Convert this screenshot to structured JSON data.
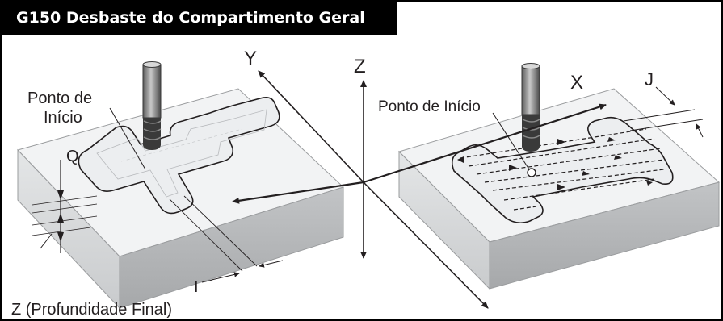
{
  "title": "G150 Desbaste do Compartimento Geral",
  "labels": {
    "start_point_left_line1": "Ponto de",
    "start_point_left_line2": "Início",
    "start_point_right": "Ponto de Início",
    "q": "Q",
    "z_final": "Z (Profundidade Final)",
    "i": "I",
    "j": "J",
    "axis_x": "X",
    "axis_y": "Y",
    "axis_z": "Z"
  },
  "colors": {
    "frame": "#000000",
    "block_top": "#f2f3f4",
    "block_side_light": "#dcdedf",
    "block_side_dark": "#b4b6b8",
    "tool": "#7d7d7d",
    "tool_flutes": "#2b2b2b",
    "ink": "#231f20"
  }
}
